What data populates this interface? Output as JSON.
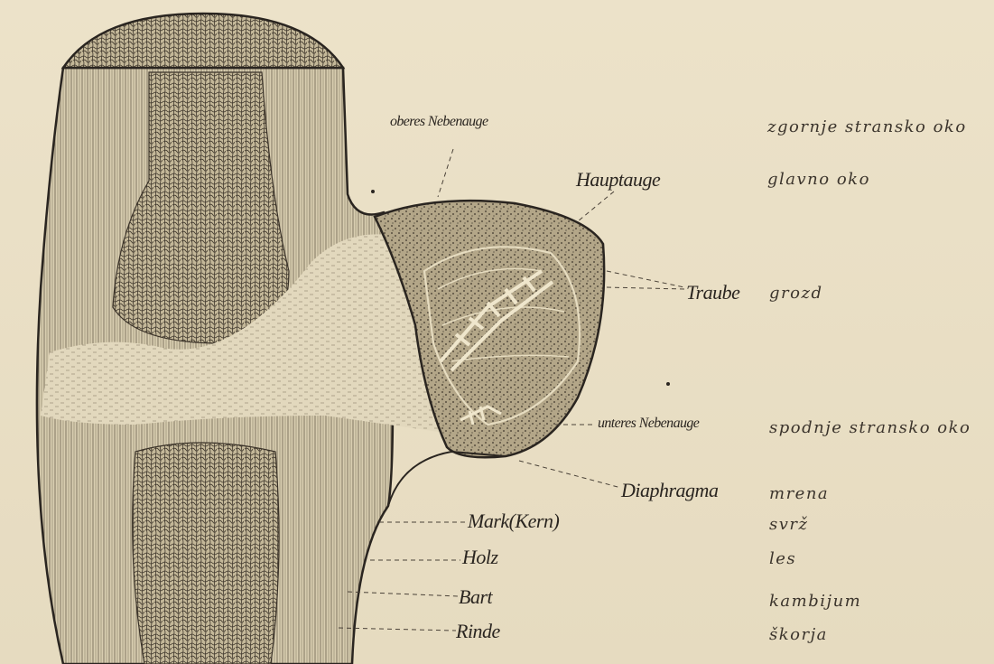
{
  "figure": {
    "labels": [
      {
        "id": "oberes",
        "german": "oberes Nebenauge",
        "slovene": "zgornje stransko oko"
      },
      {
        "id": "haupt",
        "german": "Hauptauge",
        "slovene": "glavno oko"
      },
      {
        "id": "traube",
        "german": "Traube",
        "slovene": "grozd"
      },
      {
        "id": "unteres",
        "german": "unteres Nebenauge",
        "slovene": "spodnje stransko oko"
      },
      {
        "id": "diaphragma",
        "german": "Diaphragma",
        "slovene": "mrena"
      },
      {
        "id": "mark",
        "german": "Mark(Kern)",
        "slovene": "svrž"
      },
      {
        "id": "holz",
        "german": "Holz",
        "slovene": "les"
      },
      {
        "id": "bart",
        "german": "Bart",
        "slovene": "kambijum"
      },
      {
        "id": "rinde",
        "german": "Rinde",
        "slovene": "škorja"
      }
    ]
  },
  "colors": {
    "paper": "#e9dfc6",
    "ink": "#2a2520",
    "wood_fill": "#d9ceb1",
    "pith_fill": "#e4dabf",
    "bud_fill": "#c3b79a"
  }
}
